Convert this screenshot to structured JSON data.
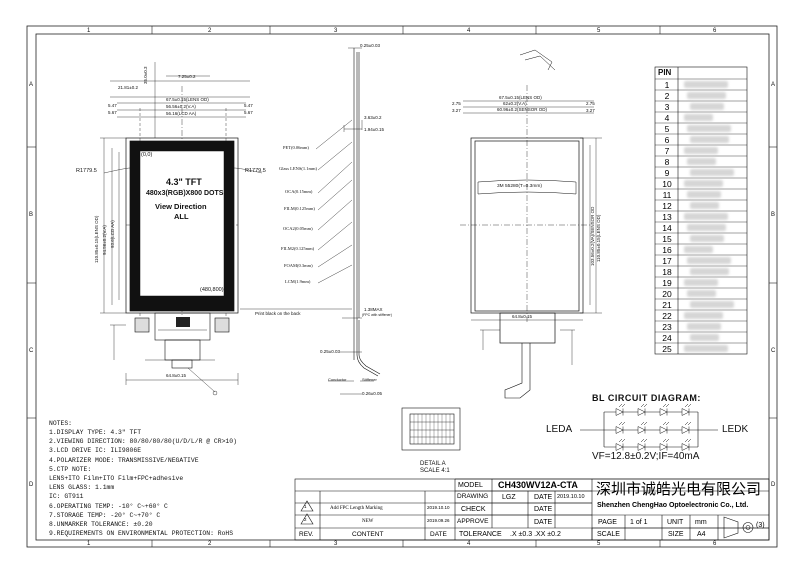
{
  "border": {
    "columns_top": [
      "1",
      "2",
      "3",
      "4",
      "5",
      "6"
    ],
    "columns_bottom": [
      "1",
      "2",
      "3",
      "4",
      "5",
      "6"
    ],
    "rows_left": [
      "A",
      "B",
      "C",
      "D"
    ],
    "rows_right": [
      "A",
      "B",
      "C",
      "D"
    ]
  },
  "front_view": {
    "display_line1": "4.3\" TFT",
    "display_line2": "480x3(RGB)X800 DOTS",
    "display_line3": "View Direction",
    "display_line4": "ALL",
    "origin_label": "(0,0)",
    "end_label": "(480,800)",
    "radius_left": "R1779.5",
    "radius_right": "R1779.5",
    "dim_top_lens": "67.5±0.15(LENS OD)",
    "dim_top_va": "56.56±0.2(V.A)",
    "dim_top_aa": "56.16(LCD AA)",
    "dim_left_small1": "5.47",
    "dim_left_small2": "5.67",
    "dim_right_small1": "5.47",
    "dim_right_small2": "5.67",
    "dim_725": "7.25±0.2",
    "dim_2181": "21.81±0.2",
    "dim_height": "35.0±0.3",
    "dim_lens_h": "110.85±0.15(LENS OD)",
    "dim_va_h": "94.56±0.2(V.A)",
    "dim_aa_h": "93.6(LCD AA)",
    "dim_bottom_w": "64.8±0.15",
    "print_note": "Print black on the back"
  },
  "side_view": {
    "dim_top": "0.25±0.03",
    "dim_363": "3.63±0.2",
    "dim_194": "1.94±0.15",
    "layers": [
      "PET(0.06mm)",
      "Glass LENS(1.1mm)",
      "OCA(0.15mm)",
      "FILM(0.125mm)",
      "OCA2(0.05mm)",
      "FILM2(0.125mm)",
      "FOAM(0.3mm)",
      "LCM(1.9mm)"
    ],
    "dim_138": "1.38MAX",
    "dim_138_note": "(FPC with stiffener)",
    "dim_025": "0.25±0.03",
    "conductor_label": "Conductor",
    "stiffener_label": "Stiffener",
    "dim_026": "0.26±0.05"
  },
  "back_view": {
    "dim_top_lens": "67.5±0.15(LENS OD)",
    "dim_top_sensor": "62±0.2(V.A)",
    "dim_top_sensor2": "60.96±0.2(SENSOR OD)",
    "dim_275_l": "2.75",
    "dim_327_l": "3.27",
    "dim_275_r": "2.75",
    "dim_327_r": "3.27",
    "window_label": "3M 55280(T=0.3mm)",
    "dim_bottom_w": "64.8±0.15",
    "dim_lens_h": "110.85±0.15(LENS OD)",
    "dim_sensor_h": "103.56±0.2(VA)/SENSOR OD"
  },
  "pin_table": {
    "header": "PIN",
    "pins": [
      "1",
      "2",
      "3",
      "4",
      "5",
      "6",
      "7",
      "8",
      "9",
      "10",
      "11",
      "12",
      "13",
      "14",
      "15",
      "16",
      "17",
      "18",
      "19",
      "20",
      "21",
      "22",
      "23",
      "24",
      "25"
    ]
  },
  "bl_circuit": {
    "title": "BL CIRCUIT DIAGRAM:",
    "left_label": "LEDA",
    "right_label": "LEDK",
    "spec": "VF=12.8±0.2V;IF=40mA"
  },
  "detail": {
    "label1": "DETAIL A",
    "label2": "SCALE 4:1"
  },
  "notes": {
    "title": "NOTES:",
    "lines": [
      "1.DISPLAY TYPE:  4.3\" TFT",
      "2.VIEWING DIRECTION: 80/80/80/80(U/D/L/R @ CR>10)",
      "3.LCD DRIVE IC: ILI9806E",
      "4.POLARIZER MODE: TRANSMISSIVE/NEGATIVE",
      "5.CTP NOTE:",
      "  LENS+ITO Film+ITO Film+FPC+adhesive",
      "  LENS GLASS: 1.1mm",
      "  IC: GT911",
      "6.OPERATING TEMP: -10° C~+60° C",
      "7.STORAGE TEMP: -20° C~+70° C",
      "8.UNMARKER TOLERANCE: ±0.20",
      "9.REQUIREMENTS ON ENVIRONMENTAL PROTECTION: RoHS"
    ]
  },
  "title_block": {
    "model_label": "MODEL",
    "model_value": "CH430WV12A-CTA",
    "drawing_label": "DRAWING",
    "drawing_value": "LGZ",
    "date_label": "DATE",
    "date_value": "2019.10.10",
    "check_label": "CHECK",
    "approve_label": "APPROVE",
    "rev1_content": "Add FPC Length Marking",
    "rev1_date": "2019.10.10",
    "rev2_content": "NEW",
    "rev2_date": "2019.09.26",
    "rev_header": "REV.",
    "content_header": "CONTENT",
    "date_header": "DATE",
    "tolerance_label": "TOLERANCE",
    "tolerance_value": ".X ±0.3  .XX ±0.2",
    "company_cn": "深圳市诚皓光电有限公司",
    "company_en": "Shenzhen ChengHao Optoelectronic Co., Ltd.",
    "page_label": "PAGE",
    "page_value": "1  of  1",
    "unit_label": "UNIT",
    "unit_value": "mm",
    "size_label": "SIZE",
    "size_value": "A4",
    "scale_label": "SCALE",
    "rev_tri_1": "1",
    "rev_tri_2": "2",
    "projection_num": "(3)"
  }
}
